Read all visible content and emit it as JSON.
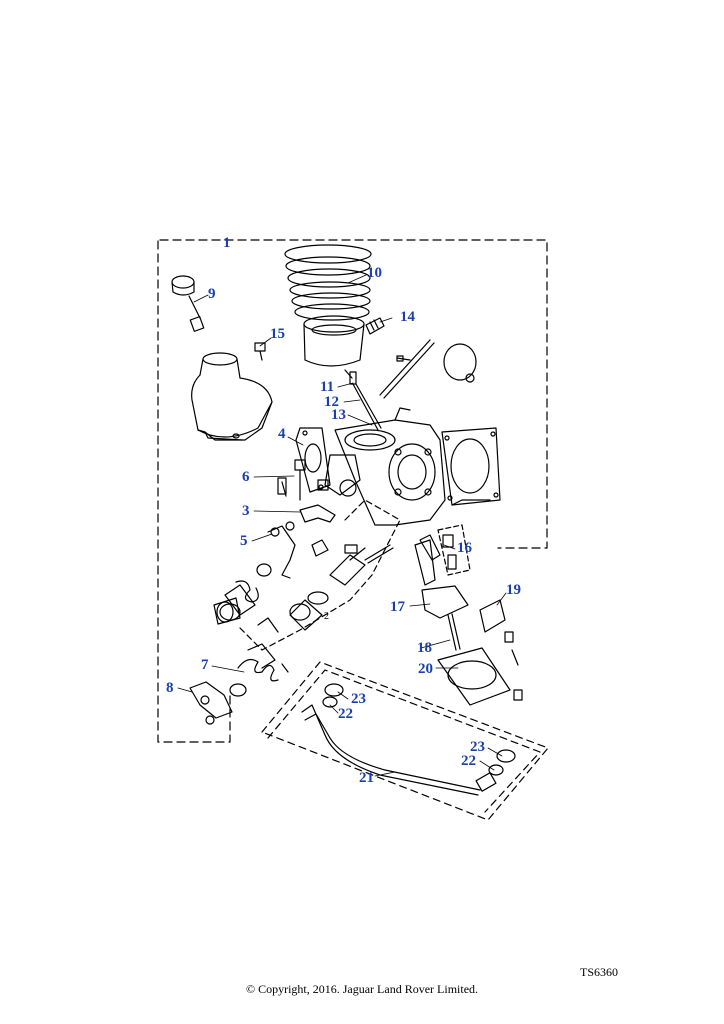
{
  "diagram": {
    "callout_color": "#1a3fb0",
    "line_color": "#000000",
    "callouts": [
      {
        "id": "c1",
        "label": "1"
      },
      {
        "id": "c2",
        "label": "2"
      },
      {
        "id": "c3",
        "label": "3"
      },
      {
        "id": "c4",
        "label": "4"
      },
      {
        "id": "c5",
        "label": "5"
      },
      {
        "id": "c6",
        "label": "6"
      },
      {
        "id": "c7",
        "label": "7"
      },
      {
        "id": "c8",
        "label": "8"
      },
      {
        "id": "c9",
        "label": "9"
      },
      {
        "id": "c10",
        "label": "10"
      },
      {
        "id": "c11",
        "label": "11"
      },
      {
        "id": "c12",
        "label": "12"
      },
      {
        "id": "c13",
        "label": "13"
      },
      {
        "id": "c14",
        "label": "14"
      },
      {
        "id": "c15",
        "label": "15"
      },
      {
        "id": "c16",
        "label": "16"
      },
      {
        "id": "c17",
        "label": "17"
      },
      {
        "id": "c18",
        "label": "18"
      },
      {
        "id": "c19",
        "label": "19"
      },
      {
        "id": "c20",
        "label": "20"
      },
      {
        "id": "c21",
        "label": "21"
      },
      {
        "id": "c22a",
        "label": "22"
      },
      {
        "id": "c22b",
        "label": "22"
      },
      {
        "id": "c23a",
        "label": "23"
      },
      {
        "id": "c23b",
        "label": "23"
      }
    ]
  },
  "footer": {
    "reference_code": "TS6360",
    "copyright": "© Copyright, 2016. Jaguar Land Rover Limited."
  }
}
